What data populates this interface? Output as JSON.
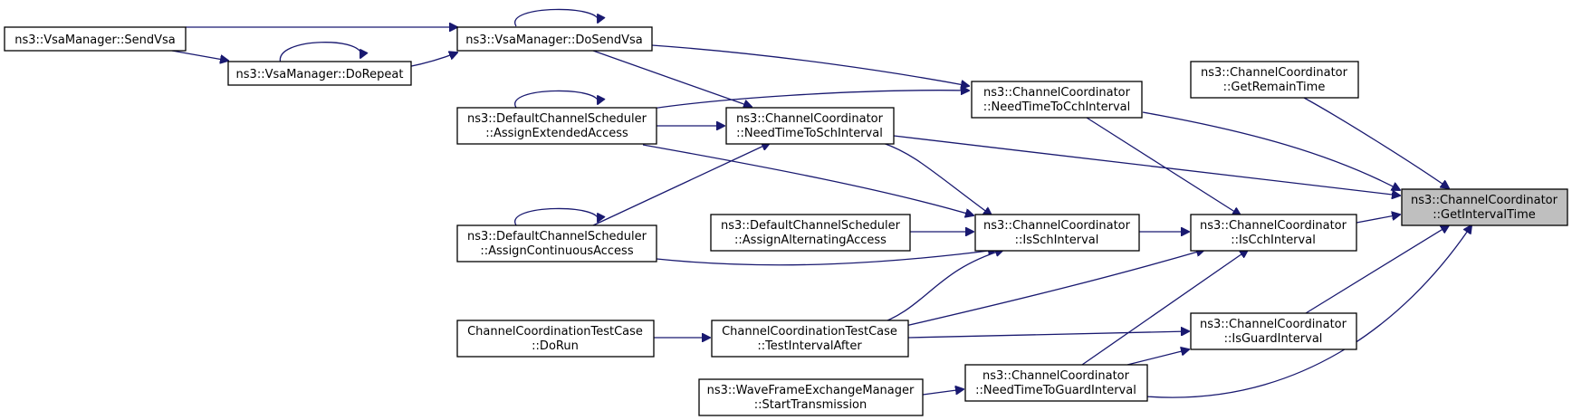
{
  "diagram": {
    "type": "call-graph",
    "colors": {
      "edge": "#191970",
      "node_border": "#000000",
      "node_fill": "#ffffff",
      "focus_fill": "#bfbfbf"
    },
    "nodes": [
      {
        "id": "sendvsa",
        "lines": [
          "ns3::VsaManager::SendVsa"
        ]
      },
      {
        "id": "dosendvsa",
        "lines": [
          "ns3::VsaManager::DoSendVsa"
        ]
      },
      {
        "id": "dorepeat",
        "lines": [
          "ns3::VsaManager::DoRepeat"
        ]
      },
      {
        "id": "assignext",
        "lines": [
          "ns3::DefaultChannelScheduler",
          "::AssignExtendedAccess"
        ]
      },
      {
        "id": "assigncont",
        "lines": [
          "ns3::DefaultChannelScheduler",
          "::AssignContinuousAccess"
        ]
      },
      {
        "id": "assignalt",
        "lines": [
          "ns3::DefaultChannelScheduler",
          "::AssignAlternatingAccess"
        ]
      },
      {
        "id": "ntsch",
        "lines": [
          "ns3::ChannelCoordinator",
          "::NeedTimeToSchInterval"
        ]
      },
      {
        "id": "ntcch",
        "lines": [
          "ns3::ChannelCoordinator",
          "::NeedTimeToCchInterval"
        ]
      },
      {
        "id": "remain",
        "lines": [
          "ns3::ChannelCoordinator",
          "::GetRemainTime"
        ]
      },
      {
        "id": "issch",
        "lines": [
          "ns3::ChannelCoordinator",
          "::IsSchInterval"
        ]
      },
      {
        "id": "iscch",
        "lines": [
          "ns3::ChannelCoordinator",
          "::IsCchInterval"
        ]
      },
      {
        "id": "isguard",
        "lines": [
          "ns3::ChannelCoordinator",
          "::IsGuardInterval"
        ]
      },
      {
        "id": "ntguard",
        "lines": [
          "ns3::ChannelCoordinator",
          "::NeedTimeToGuardInterval"
        ]
      },
      {
        "id": "testdorun",
        "lines": [
          "ChannelCoordinationTestCase",
          "::DoRun"
        ]
      },
      {
        "id": "testafter",
        "lines": [
          "ChannelCoordinationTestCase",
          "::TestIntervalAfter"
        ]
      },
      {
        "id": "starttx",
        "lines": [
          "ns3::WaveFrameExchangeManager",
          "::StartTransmission"
        ]
      },
      {
        "id": "getinterval",
        "lines": [
          "ns3::ChannelCoordinator",
          "::GetIntervalTime"
        ]
      }
    ]
  }
}
